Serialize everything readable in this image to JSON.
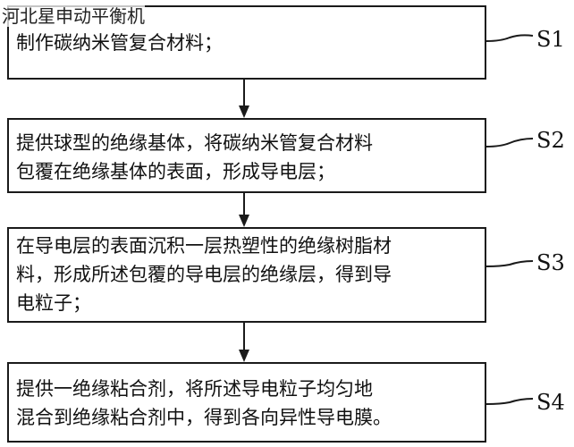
{
  "watermark": "河北星申动平衡机",
  "steps": [
    {
      "label": "S1",
      "text": "制作碳纳米管复合材料；"
    },
    {
      "label": "S2",
      "text": "提供球型的绝缘基体，将碳纳米管复合材料\n包覆在绝缘基体的表面，形成导电层；"
    },
    {
      "label": "S3",
      "text": "在导电层的表面沉积一层热塑性的绝缘树脂材\n料，形成所述包覆的导电层的绝缘层，得到导\n电粒子；"
    },
    {
      "label": "S4",
      "text": "提供一绝缘粘合剂，将所述导电粒子均匀地\n混合到绝缘粘合剂中，得到各向异性导电膜。"
    }
  ]
}
